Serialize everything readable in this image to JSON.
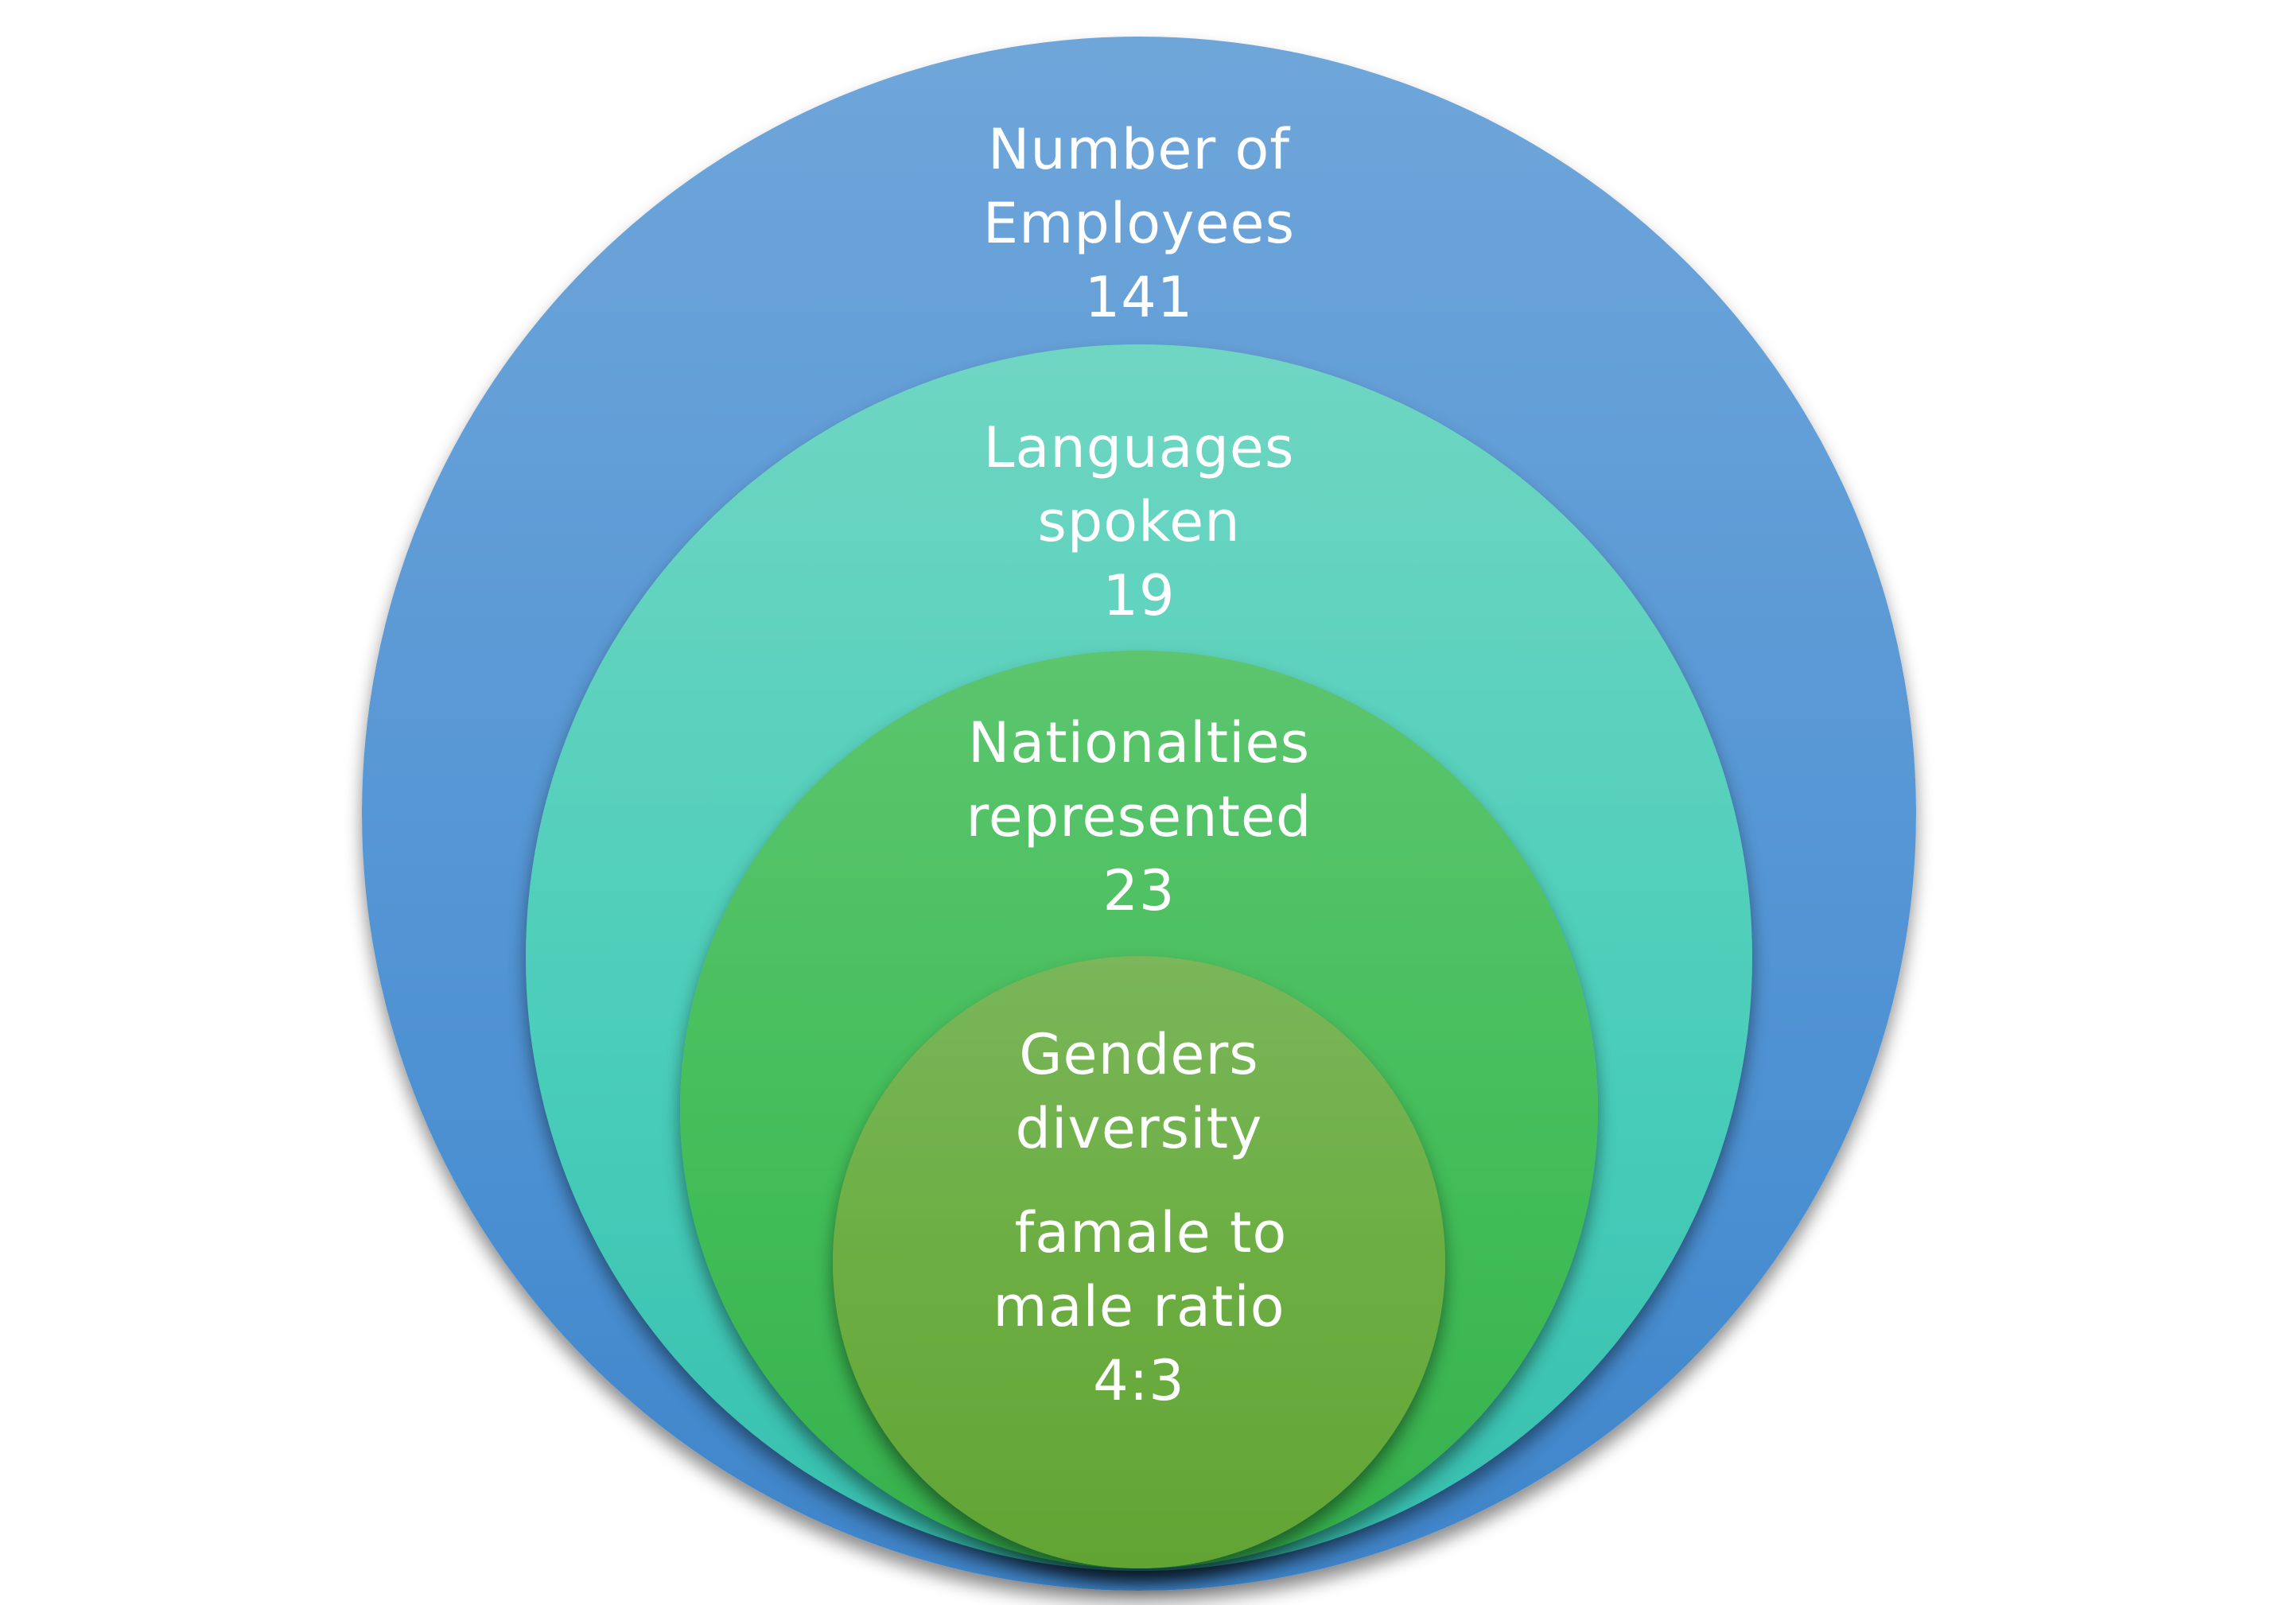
{
  "layers": [
    {
      "title_line1": "Number of",
      "title_line2": "Employees",
      "value": "141",
      "color": "#5b9bd5"
    },
    {
      "title_line1": "Languages",
      "title_line2": "spoken",
      "value": "19",
      "color": "#4dcfbb"
    },
    {
      "title_line1": "Nationalties",
      "title_line2": "represented",
      "value": "23",
      "color": "#45be5a"
    },
    {
      "title_line1": "Genders",
      "title_line2": "diversity",
      "subtitle_line1": "famale to",
      "subtitle_line2": "male ratio",
      "value": "4:3",
      "color": "#6cae42"
    }
  ]
}
